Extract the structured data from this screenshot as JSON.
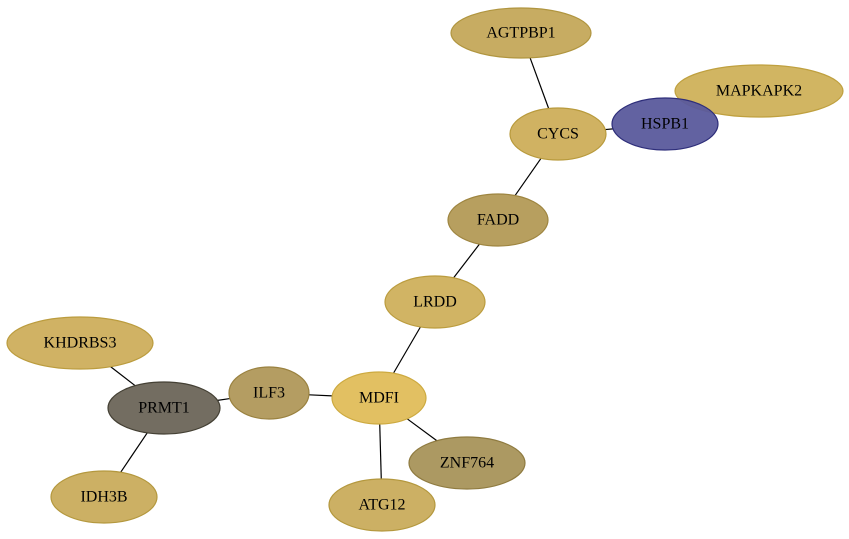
{
  "graph": {
    "nodes": [
      {
        "id": "AGTPBP1",
        "label": "AGTPBP1",
        "fill": "#c4a85a",
        "stroke": "#b0953f"
      },
      {
        "id": "MAPKAPK2",
        "label": "MAPKAPK2",
        "fill": "#cfb15a",
        "stroke": "#bfa03f"
      },
      {
        "id": "HSPB1",
        "label": "HSPB1",
        "fill": "#5a5a9c",
        "stroke": "#2e2e7a"
      },
      {
        "id": "CYCS",
        "label": "CYCS",
        "fill": "#cdae5a",
        "stroke": "#b89a3c"
      },
      {
        "id": "FADD",
        "label": "FADD",
        "fill": "#b39a56",
        "stroke": "#9e8540"
      },
      {
        "id": "LRDD",
        "label": "LRDD",
        "fill": "#cfb05c",
        "stroke": "#bb9c3e"
      },
      {
        "id": "KHDRBS3",
        "label": "KHDRBS3",
        "fill": "#cdae5c",
        "stroke": "#bb9c3e"
      },
      {
        "id": "PRMT1",
        "label": "PRMT1",
        "fill": "#6b6558",
        "stroke": "#444034"
      },
      {
        "id": "ILF3",
        "label": "ILF3",
        "fill": "#b0985a",
        "stroke": "#9a8240"
      },
      {
        "id": "MDFI",
        "label": "MDFI",
        "fill": "#e0bd5a",
        "stroke": "#cdaa40"
      },
      {
        "id": "ZNF764",
        "label": "ZNF764",
        "fill": "#a8945a",
        "stroke": "#8f7b40"
      },
      {
        "id": "IDH3B",
        "label": "IDH3B",
        "fill": "#c9ac5c",
        "stroke": "#b4983e"
      },
      {
        "id": "ATG12",
        "label": "ATG12",
        "fill": "#c9ac5c",
        "stroke": "#b4983e"
      }
    ],
    "edges": [
      {
        "source": "AGTPBP1",
        "target": "CYCS"
      },
      {
        "source": "CYCS",
        "target": "HSPB1"
      },
      {
        "source": "HSPB1",
        "target": "MAPKAPK2"
      },
      {
        "source": "CYCS",
        "target": "FADD"
      },
      {
        "source": "FADD",
        "target": "LRDD"
      },
      {
        "source": "LRDD",
        "target": "MDFI"
      },
      {
        "source": "MDFI",
        "target": "ILF3"
      },
      {
        "source": "ILF3",
        "target": "PRMT1"
      },
      {
        "source": "PRMT1",
        "target": "KHDRBS3"
      },
      {
        "source": "PRMT1",
        "target": "IDH3B"
      },
      {
        "source": "MDFI",
        "target": "ZNF764"
      },
      {
        "source": "MDFI",
        "target": "ATG12"
      }
    ]
  }
}
